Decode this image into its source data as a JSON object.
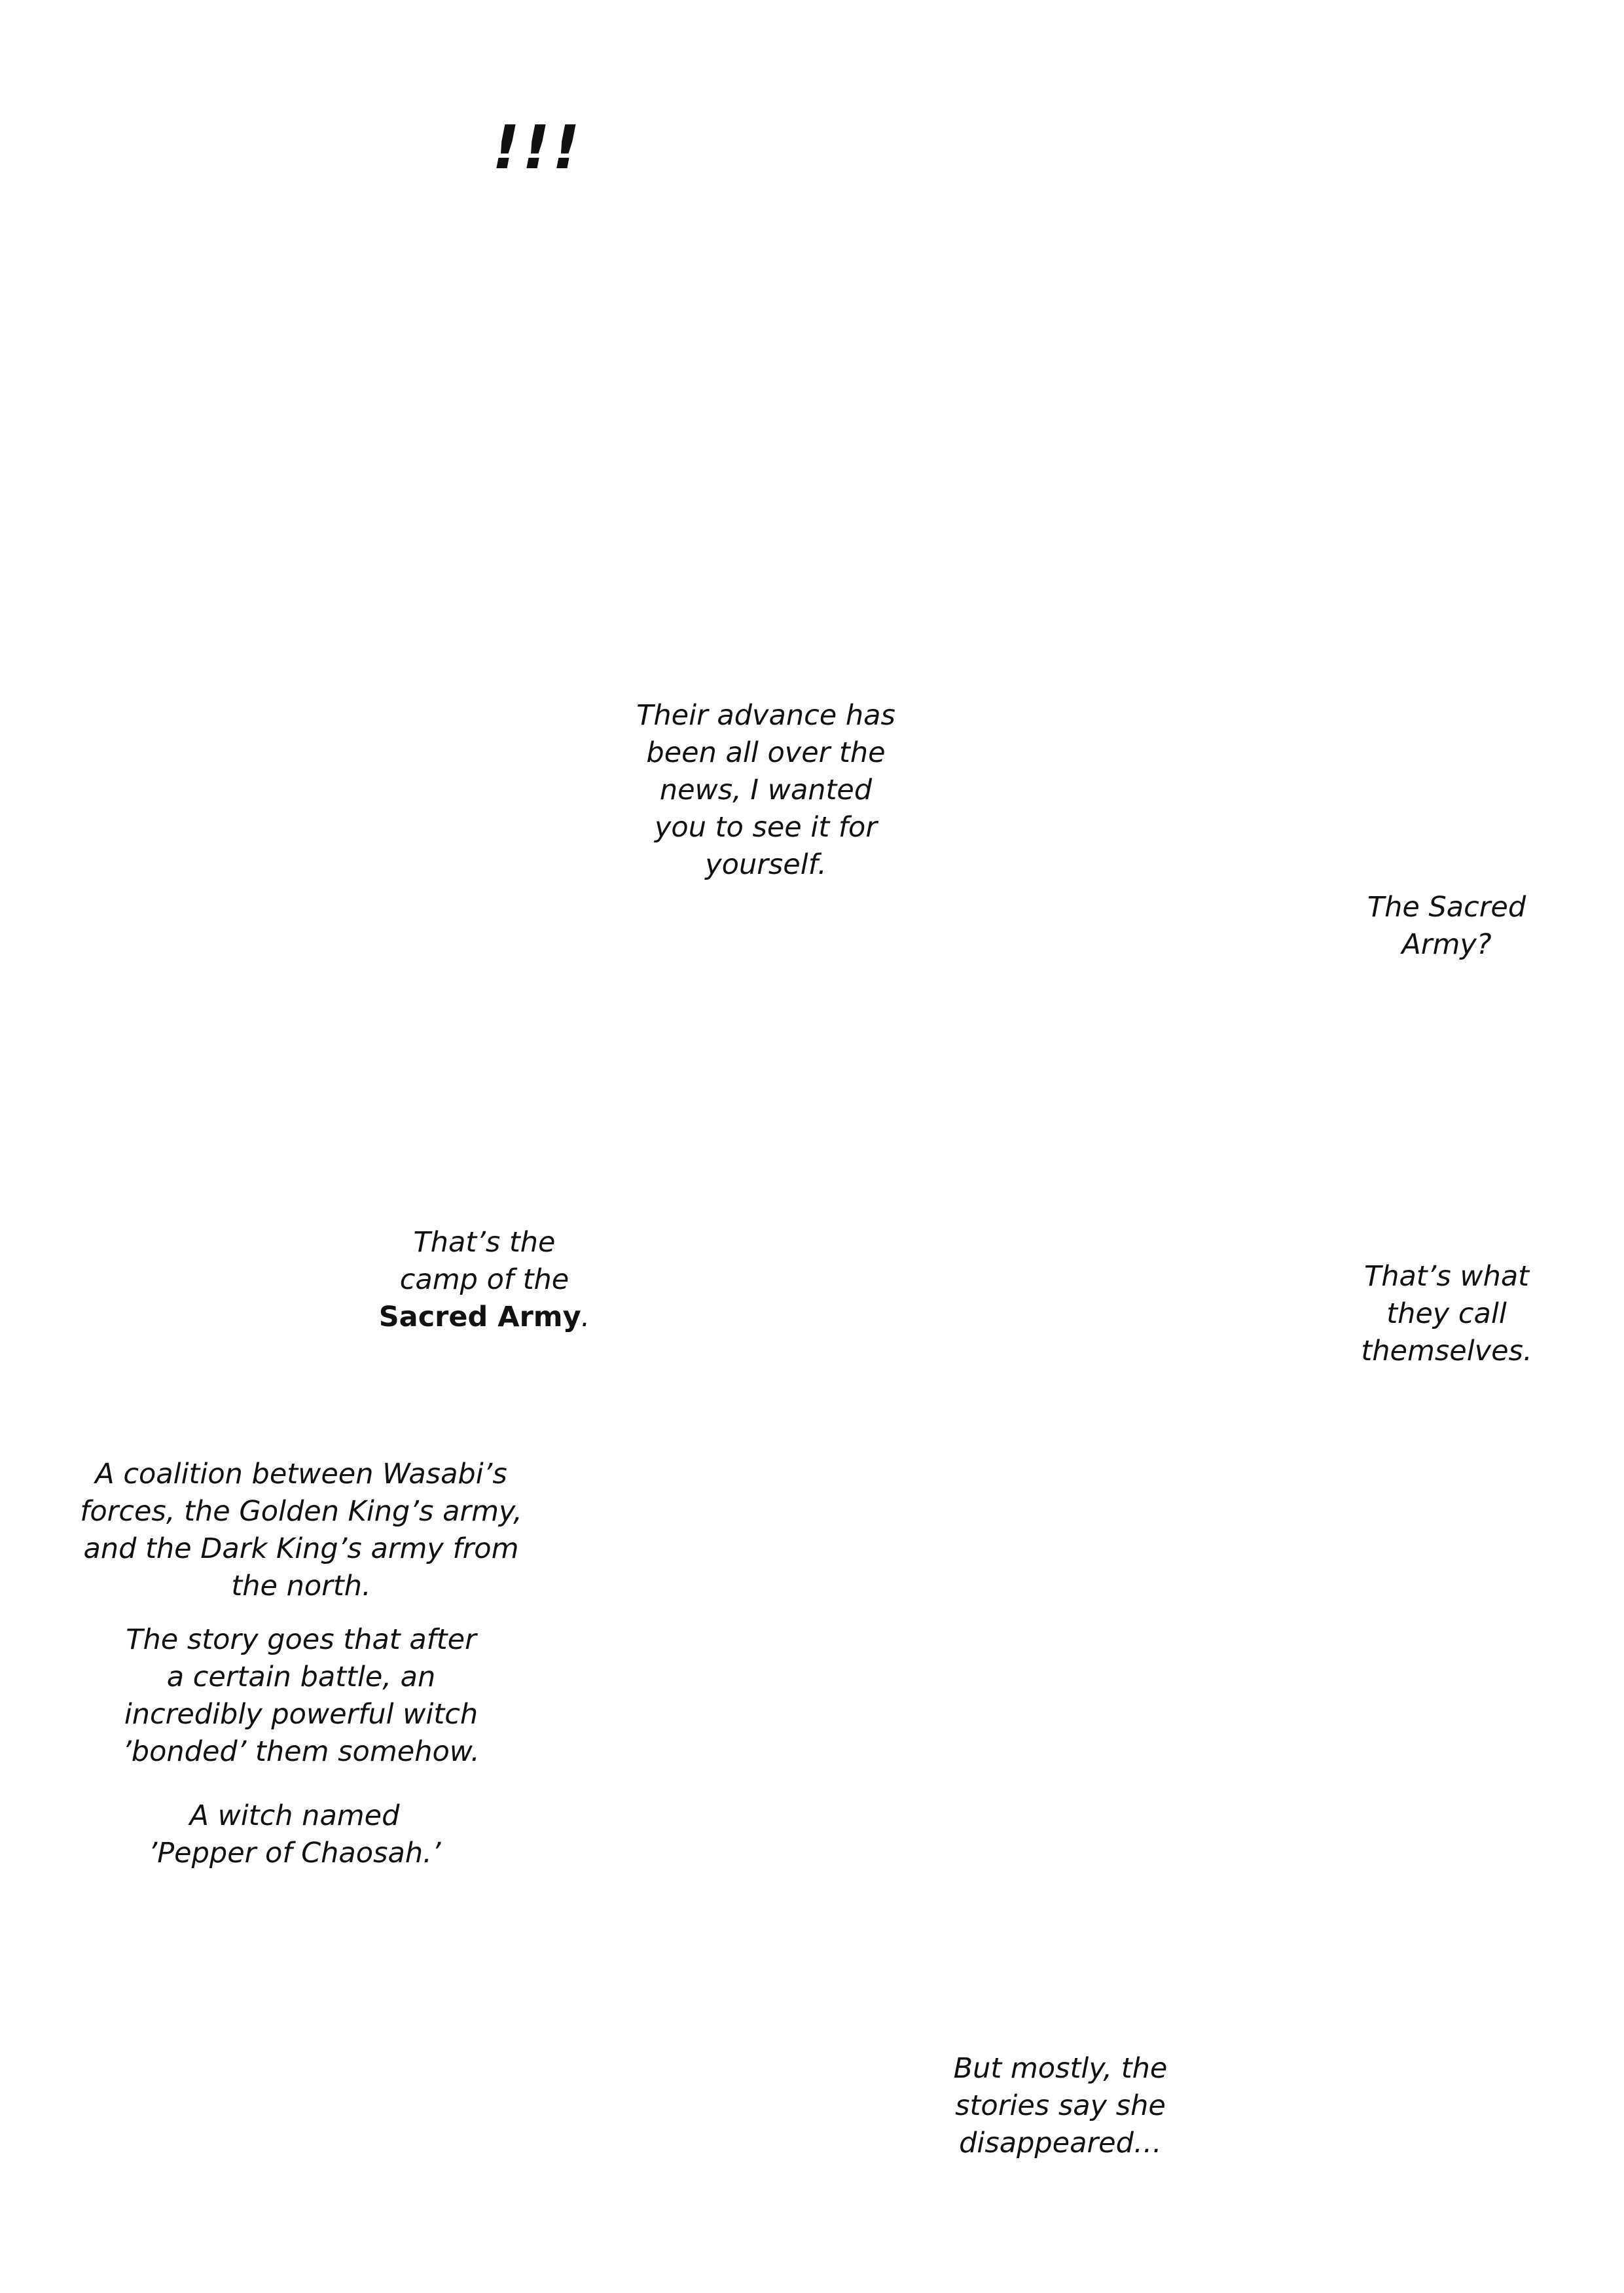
{
  "sfx": {
    "exclaim": "!!!"
  },
  "bubbles": {
    "advance": {
      "lines": [
        "Their advance has",
        "been all over the",
        "news, I wanted",
        "you to see it for",
        "yourself."
      ]
    },
    "sacred_army_question": {
      "lines": [
        "The Sacred",
        "Army?"
      ]
    },
    "camp": {
      "line1": "That’s the",
      "line2": "camp of the",
      "line3_bold": "Sacred Army",
      "line3_tail": "."
    },
    "call_themselves": {
      "lines": [
        "That’s what",
        "they call",
        "themselves."
      ]
    },
    "coalition": {
      "lines": [
        "A coalition between Wasabi’s",
        "forces, the Golden King’s army,",
        "and the Dark King’s army from",
        "the north."
      ]
    },
    "story": {
      "lines": [
        "The story goes that after",
        "a certain battle, an",
        "incredibly powerful witch",
        "’bonded’ them somehow."
      ]
    },
    "witch_named": {
      "lines": [
        "A witch named",
        "’Pepper of Chaosah.’"
      ]
    },
    "disappeared": {
      "lines": [
        "But mostly, the",
        "stories say she",
        "disappeared…"
      ]
    }
  }
}
